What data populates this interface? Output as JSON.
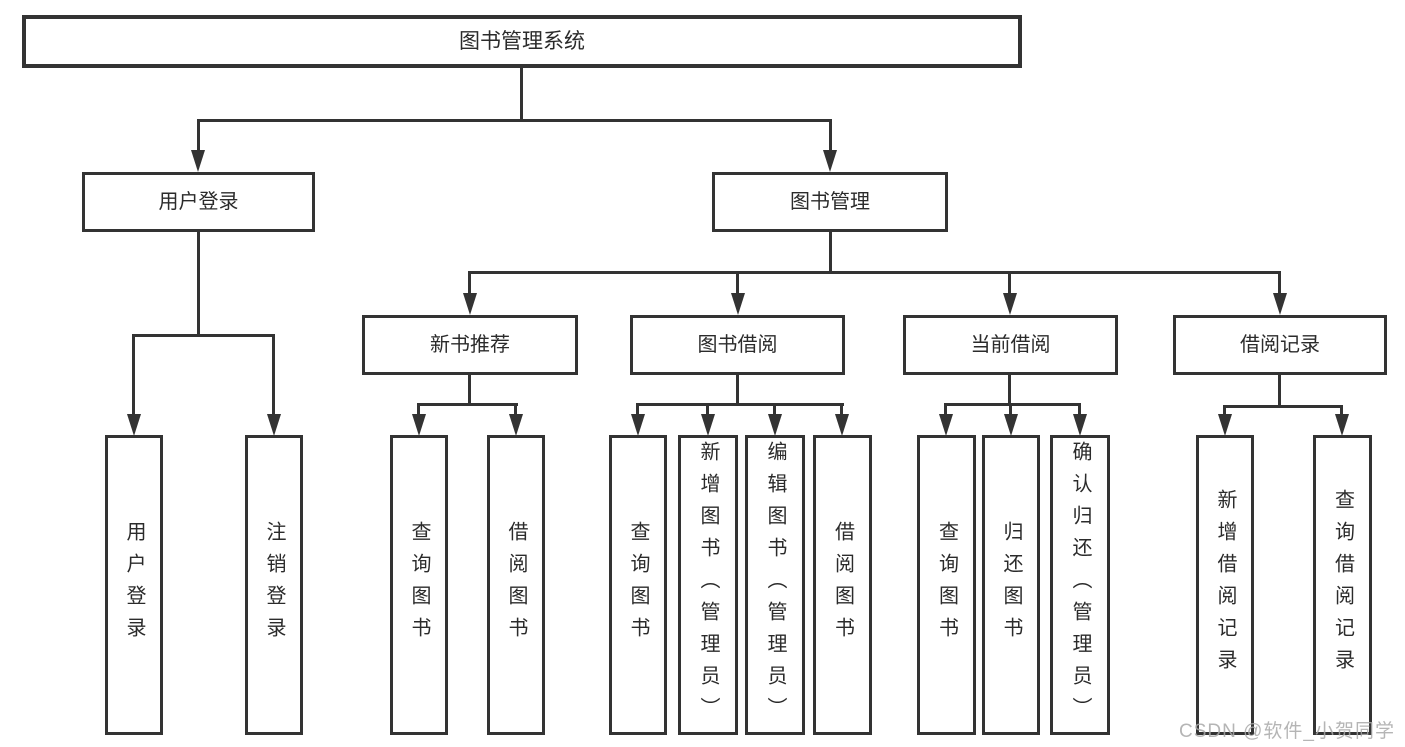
{
  "diagram": {
    "title_note": "function structure diagram",
    "root": {
      "label": "图书管理系统"
    },
    "level2": [
      {
        "label": "用户登录"
      },
      {
        "label": "图书管理"
      }
    ],
    "level3": [
      {
        "label": "新书推荐"
      },
      {
        "label": "图书借阅"
      },
      {
        "label": "当前借阅"
      },
      {
        "label": "借阅记录"
      }
    ],
    "leaves": {
      "user_login": [
        "用户登录",
        "注销登录"
      ],
      "new_book": [
        "查询图书",
        "借阅图书"
      ],
      "book_borrow": [
        "查询图书",
        "新增图书（管理员）",
        "编辑图书（管理员）",
        "借阅图书"
      ],
      "current_borrow": [
        "查询图书",
        "归还图书",
        "确认归还（管理员）"
      ],
      "borrow_records": [
        "新增借阅记录",
        "查询借阅记录"
      ]
    }
  },
  "watermark": {
    "text": "CSDN @软件_小贺同学"
  },
  "colors": {
    "line": "#333333",
    "text": "#2b2b2b",
    "background": "#ffffff",
    "watermark": "#a9a9a9"
  }
}
